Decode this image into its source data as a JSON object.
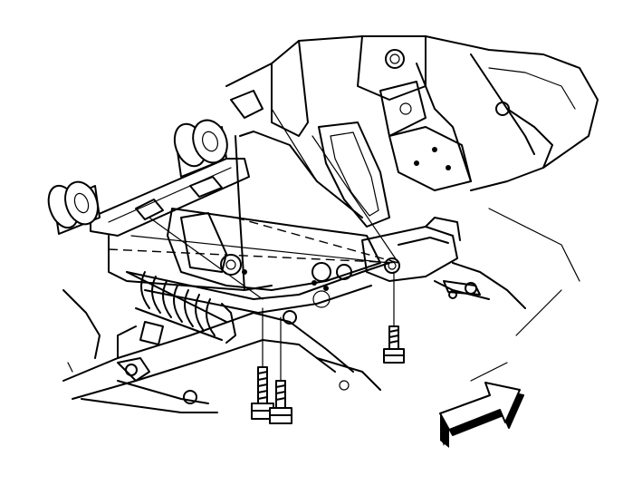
{
  "diagram": {
    "style": "black line art on white",
    "colors": {
      "ink": "#000000",
      "paper": "#ffffff"
    },
    "parts": [
      "engine-cradle-crossmember",
      "front-mount-bushing",
      "bolt",
      "direction-arrow-icon"
    ]
  }
}
